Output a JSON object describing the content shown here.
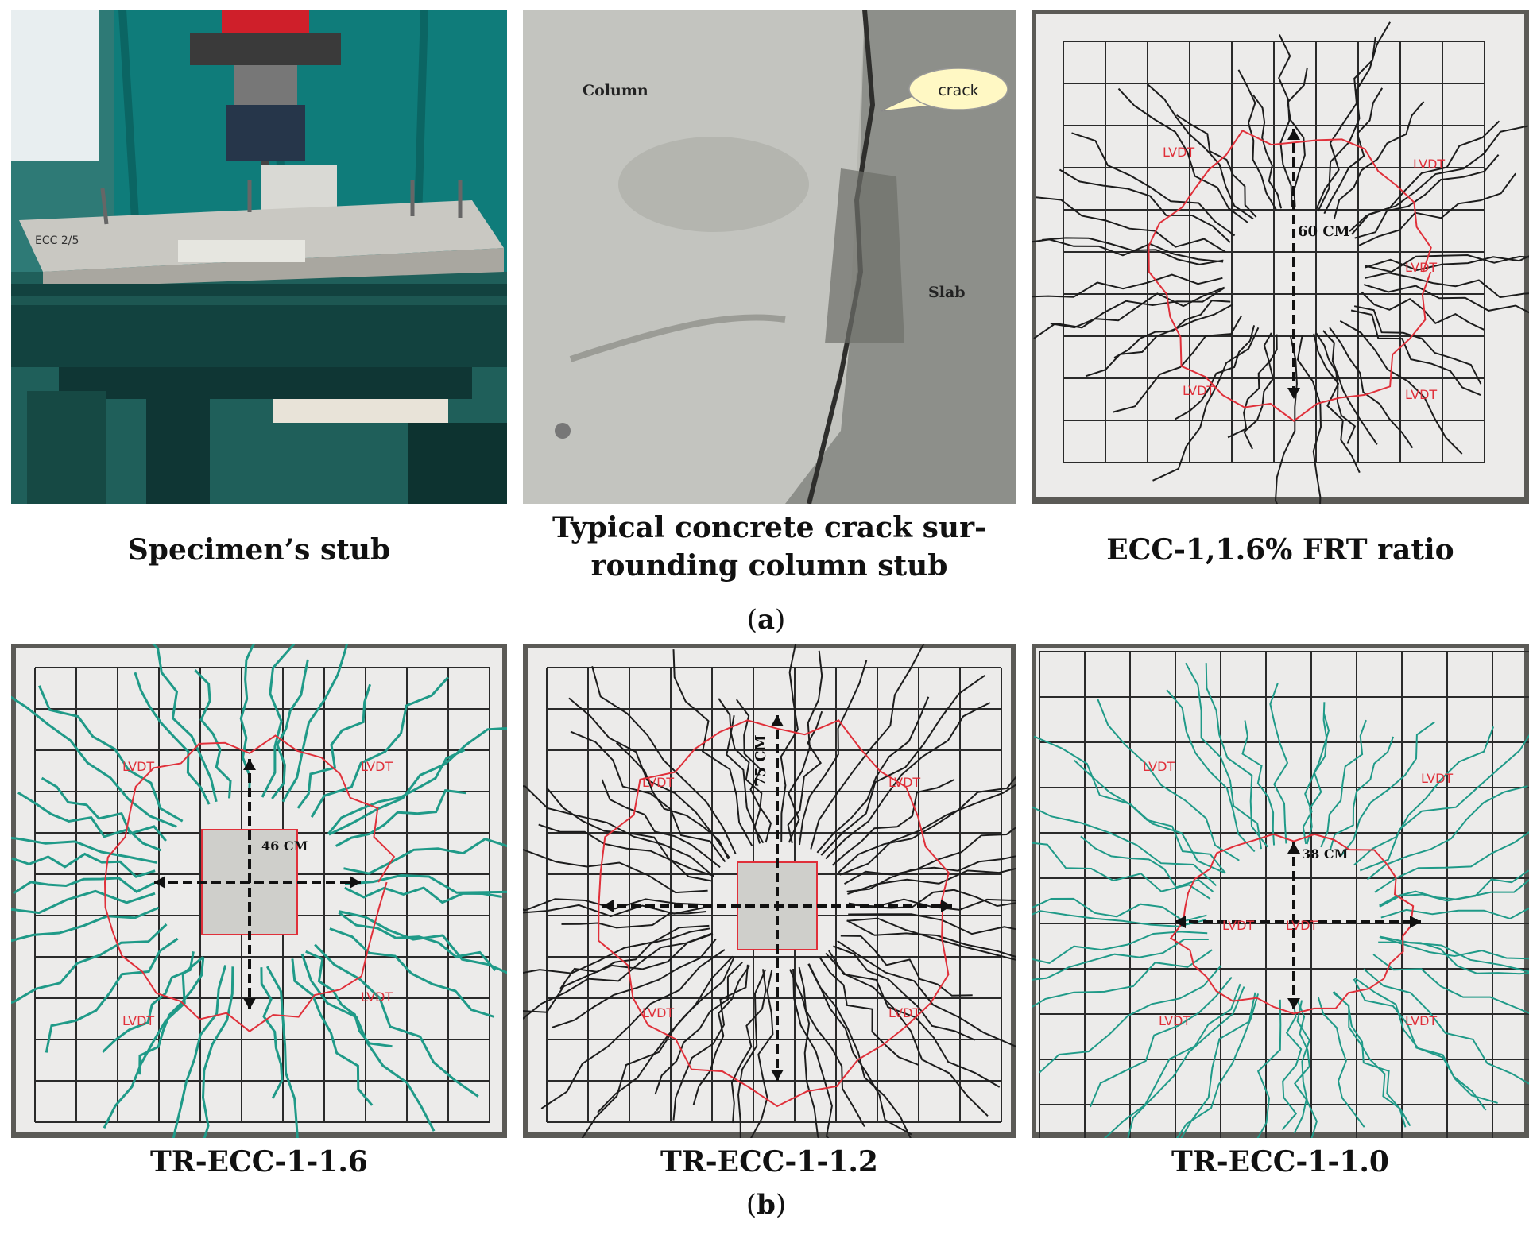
{
  "figure": {
    "row_a": {
      "label_open": "(",
      "label_letter": "a",
      "label_close": ")",
      "panels": [
        {
          "caption": "Specimen’s stub",
          "stamp": "ECC 2/5"
        },
        {
          "caption_line1": "Typical concrete crack sur-",
          "caption_line2": "rounding column stub",
          "column_label": "Column",
          "crack_label": "crack",
          "slab_label": "Slab"
        },
        {
          "caption": "ECC-1,1.6% FRT ratio",
          "dimension": "60 CM",
          "lvdt": "LVDT"
        }
      ]
    },
    "row_b": {
      "label_open": "(",
      "label_letter": "b",
      "label_close": ")",
      "panels": [
        {
          "caption": "TR-ECC-1-1.6",
          "dimension": "46 CM",
          "lvdt": "LVDT"
        },
        {
          "caption": "TR-ECC-1-1.2",
          "dimension": "75 CM",
          "lvdt": "LVDT"
        },
        {
          "caption": "TR-ECC-1-1.0",
          "dimension": "38 CM",
          "lvdt": "LVDT"
        }
      ]
    }
  },
  "colors": {
    "grid": "#2a2a2a",
    "crack_black": "#1c1c1c",
    "crack_green": "#1f9a88",
    "marker_red": "#e0303a",
    "slab_bg": "#ecebea"
  }
}
